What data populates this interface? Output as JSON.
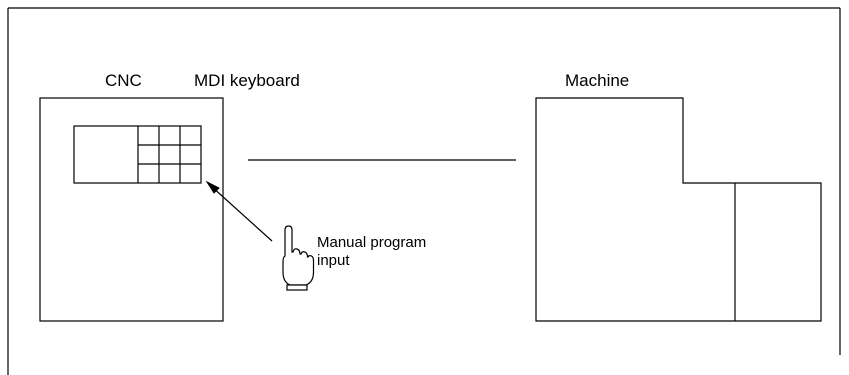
{
  "labels": {
    "cnc": "CNC",
    "mdi_keyboard": "MDI keyboard",
    "machine": "Machine",
    "manual_input_line1": "Manual program",
    "manual_input_line2": "input"
  },
  "icons": {
    "operator_hand": "pointing-hand-icon"
  }
}
